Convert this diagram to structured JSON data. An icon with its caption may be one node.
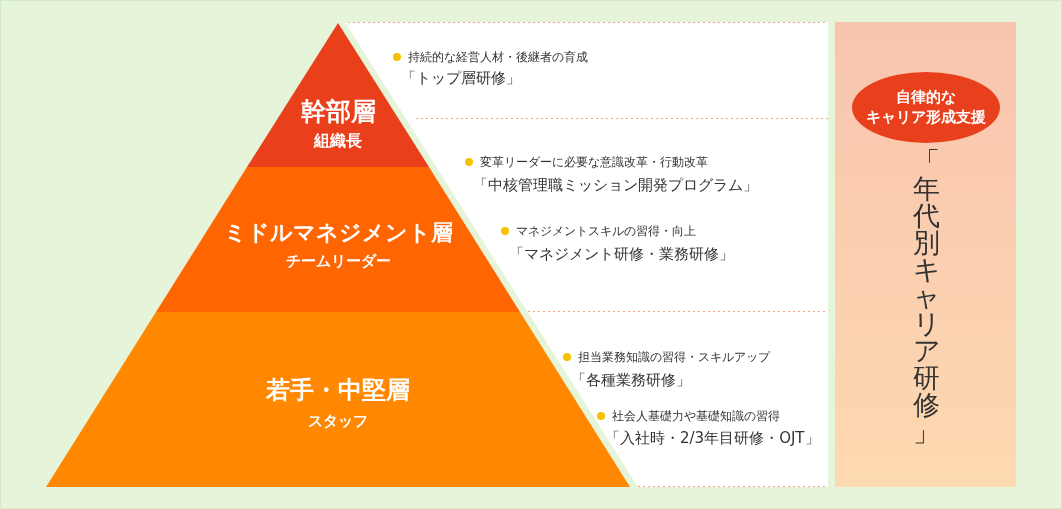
{
  "diagram": {
    "nodes": [
      {
        "text": [
          "幹部層",
          "組織長"
        ]
      },
      {
        "text": [
          "ミドルマネジメント層",
          "チームリーダー"
        ]
      },
      {
        "text": [
          "若手・中堅層",
          "スタッフ"
        ]
      },
      {
        "text": [
          "「年代別キャリア研修」"
        ]
      },
      {
        "text": [
          "自律的なキャリア形成支援"
        ],
        "in": 3
      }
    ],
    "labels": [
      "持続的な経営人材・後継者の育成",
      "「トップ層研修」",
      "変革リーダーに必要な意識改革・行動改革",
      "「中核管理職ミッション開発プログラム」",
      "マネジメントスキルの習得・向上",
      "「マネジメント研修・業務研修」",
      "担当業務知識の習得・スキルアップ",
      "「各種業務研修」",
      "社会人基礎力や基礎知識の習得",
      "「入社時・2/3年目研修・OJT」"
    ]
  }
}
